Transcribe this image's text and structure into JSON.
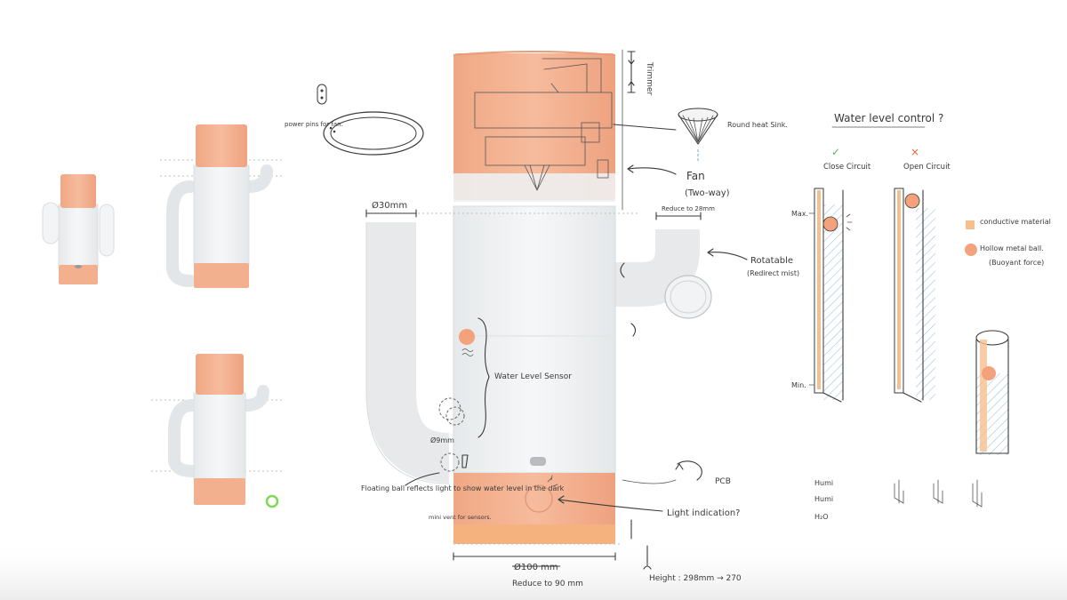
{
  "colors": {
    "peach": "#f3b08f",
    "peach_dark": "#eaa07d",
    "base_orange": "#f5b27e",
    "glass": "#eef0f1",
    "ink": "#3a3a3a",
    "hatch": "#9fc6dd",
    "green_check": "#5cb85c",
    "red_cross": "#e0663a",
    "conductive": "#f6c08e",
    "ball": "#f4a27c",
    "green_ring": "#7ed957"
  },
  "labels": {
    "trimmer": "Trimmer",
    "round_heat_sink": "Round heat Sink.",
    "fan": "Fan",
    "fan_sub": "(Two-way)",
    "power_pins": "power pins for fan.",
    "diameter_30": "Ø30mm",
    "reduce_to_28": "Reduce to 28mm",
    "rotatable": "Rotatable",
    "rotatable_sub": "(Redirect mist)",
    "water_level_sensor": "Water Level Sensor",
    "diameter_9": "Ø9mm",
    "floating_ball": "Floating ball reflects light to show water level in the dark",
    "mini_vent": "mini vent for sensors.",
    "pcb": "PCB",
    "light_indication": "Light indication?",
    "diameter_100": "Ø100 mm",
    "reduce_to_90": "Reduce to 90 mm",
    "height": "Height : 298mm → 270"
  },
  "water_level": {
    "title": "Water level control ?",
    "close_circuit": "Close Circuit",
    "open_circuit": "Open Circuit",
    "max": "Max.",
    "min": "Min.",
    "check_mark": "✓",
    "cross_mark": "×",
    "legend_conductive": "conductive material",
    "legend_ball": "Hollow metal ball.",
    "legend_buoyant": "(Buoyant force)",
    "humi_1": "Humi",
    "humi_2": "Humi",
    "h2o": "H₂O"
  }
}
